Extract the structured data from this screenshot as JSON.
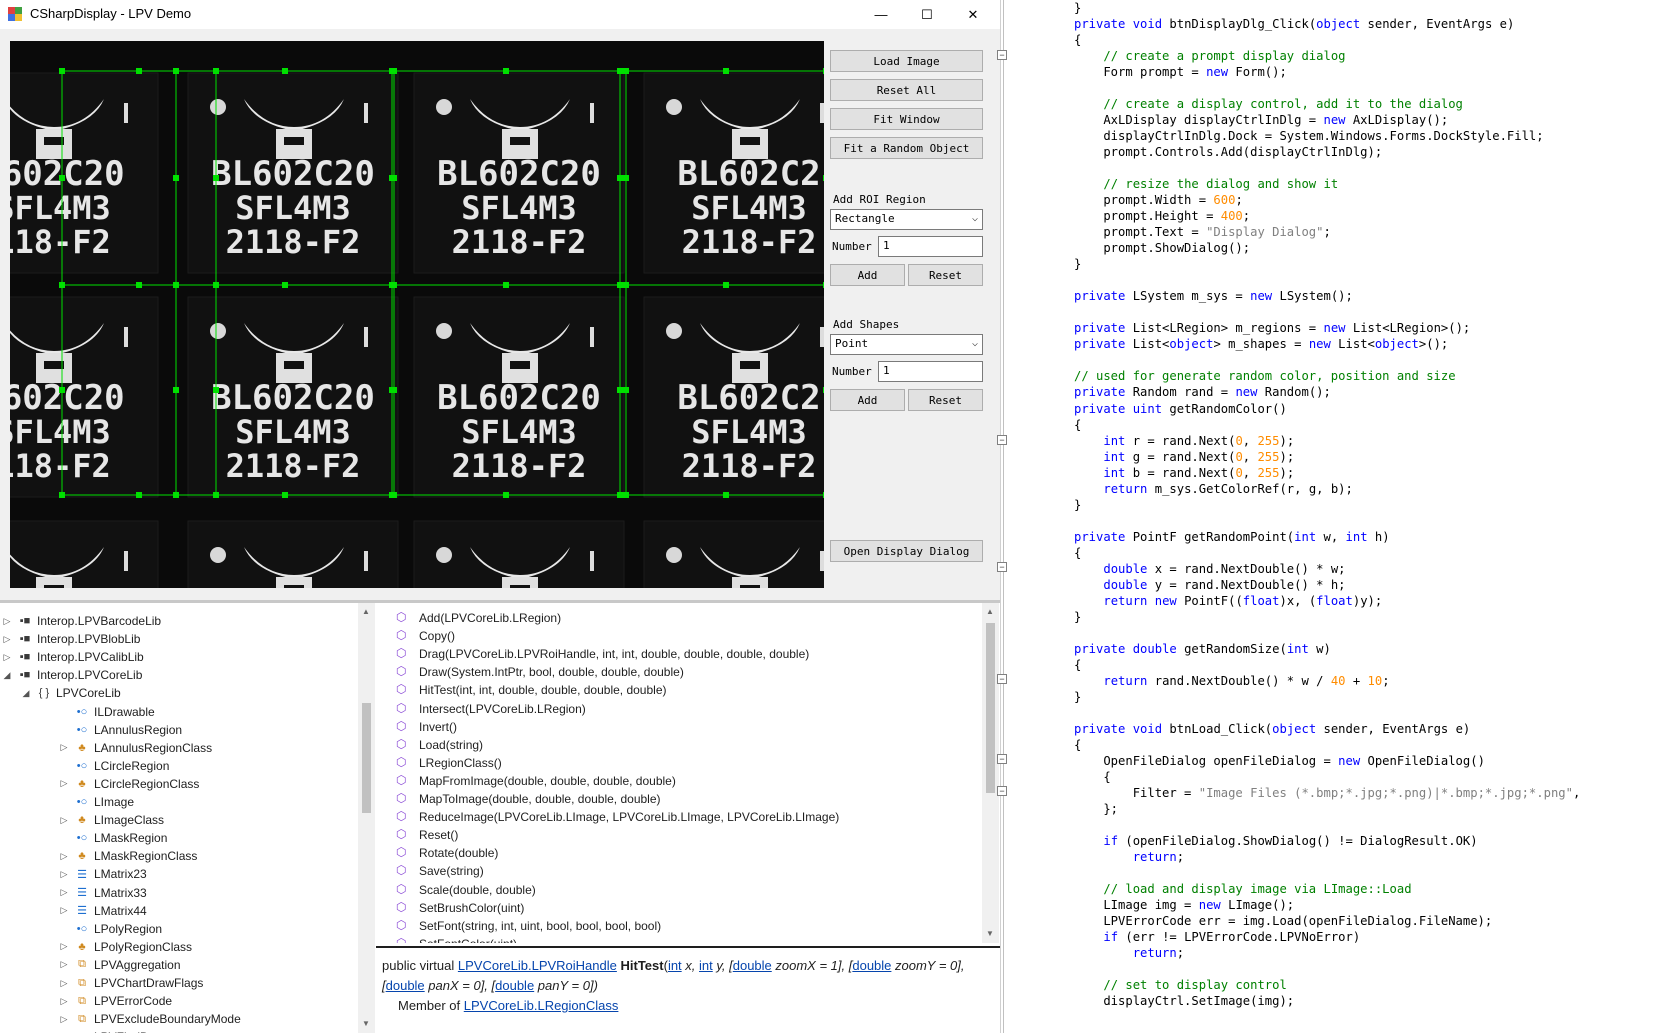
{
  "window": {
    "title": "CSharpDisplay - LPV Demo",
    "min_glyph": "—",
    "max_glyph": "☐",
    "close_glyph": "✕"
  },
  "image": {
    "chip_lines": [
      "BL602C20",
      "SFL4M3",
      "2118-F2"
    ],
    "partial_lines": [
      ".602C20",
      "SFL4M3",
      "118-F2"
    ],
    "right_lines": [
      "BL602C2",
      "SFL4M3",
      "2118-F2"
    ],
    "roi_color": "#00e000"
  },
  "buttons": {
    "load_image": "Load Image",
    "reset_all": "Reset All",
    "fit_window": "Fit Window",
    "fit_random": "Fit a Random Object",
    "add_roi": "Add",
    "reset_roi": "Reset",
    "add_shape": "Add",
    "reset_shape": "Reset",
    "open_dialog": "Open Display Dialog"
  },
  "roi_group": {
    "title": "Add ROI Region",
    "type_value": "Rectangle",
    "number_label": "Number",
    "number_value": "1"
  },
  "shape_group": {
    "title": "Add Shapes",
    "type_value": "Point",
    "number_label": "Number",
    "number_value": "1"
  },
  "tree": [
    {
      "text": "Interop.LPVBarcodeLib",
      "level": 0,
      "exp": "▷",
      "icon": "assembly-icon"
    },
    {
      "text": "Interop.LPVBlobLib",
      "level": 0,
      "exp": "▷",
      "icon": "assembly-icon"
    },
    {
      "text": "Interop.LPVCalibLib",
      "level": 0,
      "exp": "▷",
      "icon": "assembly-icon"
    },
    {
      "text": "Interop.LPVCoreLib",
      "level": 0,
      "exp": "◢",
      "icon": "assembly-icon"
    },
    {
      "text": "LPVCoreLib",
      "level": 1,
      "exp": "◢",
      "icon": "namespace-icon"
    },
    {
      "text": "ILDrawable",
      "level": 2,
      "exp": "",
      "icon": "interface-icon"
    },
    {
      "text": "LAnnulusRegion",
      "level": 2,
      "exp": "",
      "icon": "interface-icon"
    },
    {
      "text": "LAnnulusRegionClass",
      "level": 2,
      "exp": "▷",
      "icon": "class-icon"
    },
    {
      "text": "LCircleRegion",
      "level": 2,
      "exp": "",
      "icon": "interface-icon"
    },
    {
      "text": "LCircleRegionClass",
      "level": 2,
      "exp": "▷",
      "icon": "class-icon"
    },
    {
      "text": "LImage",
      "level": 2,
      "exp": "",
      "icon": "interface-icon"
    },
    {
      "text": "LImageClass",
      "level": 2,
      "exp": "▷",
      "icon": "class-icon"
    },
    {
      "text": "LMaskRegion",
      "level": 2,
      "exp": "",
      "icon": "interface-icon"
    },
    {
      "text": "LMaskRegionClass",
      "level": 2,
      "exp": "▷",
      "icon": "class-icon"
    },
    {
      "text": "LMatrix23",
      "level": 2,
      "exp": "▷",
      "icon": "struct-icon"
    },
    {
      "text": "LMatrix33",
      "level": 2,
      "exp": "▷",
      "icon": "struct-icon"
    },
    {
      "text": "LMatrix44",
      "level": 2,
      "exp": "▷",
      "icon": "struct-icon"
    },
    {
      "text": "LPolyRegion",
      "level": 2,
      "exp": "",
      "icon": "interface-icon"
    },
    {
      "text": "LPolyRegionClass",
      "level": 2,
      "exp": "▷",
      "icon": "class-icon"
    },
    {
      "text": "LPVAggregation",
      "level": 2,
      "exp": "▷",
      "icon": "enum-icon"
    },
    {
      "text": "LPVChartDrawFlags",
      "level": 2,
      "exp": "▷",
      "icon": "enum-icon"
    },
    {
      "text": "LPVErrorCode",
      "level": 2,
      "exp": "▷",
      "icon": "enum-icon"
    },
    {
      "text": "LPVExcludeBoundaryMode",
      "level": 2,
      "exp": "▷",
      "icon": "enum-icon"
    },
    {
      "text": "LPVFindBy",
      "level": 2,
      "exp": "▷",
      "icon": "enum-icon"
    }
  ],
  "members": [
    "Add(LPVCoreLib.LRegion)",
    "Copy()",
    "Drag(LPVCoreLib.LPVRoiHandle, int, int, double, double, double, double)",
    "Draw(System.IntPtr, bool, double, double, double)",
    "HitTest(int, int, double, double, double, double)",
    "Intersect(LPVCoreLib.LRegion)",
    "Invert()",
    "Load(string)",
    "LRegionClass()",
    "MapFromImage(double, double, double, double)",
    "MapToImage(double, double, double, double)",
    "ReduceImage(LPVCoreLib.LImage, LPVCoreLib.LImage, LPVCoreLib.LImage)",
    "Reset()",
    "Rotate(double)",
    "Save(string)",
    "Scale(double, double)",
    "SetBrushColor(uint)",
    "SetFont(string, int, uint, bool, bool, bool, bool)",
    "SetFontColor(uint)"
  ],
  "description": {
    "prefix": "public virtual ",
    "return_type": "LPVCoreLib.LPVRoiHandle",
    "method": "HitTest",
    "p1_type": "int",
    "p1_name": " x, ",
    "p2_type": "int",
    "p2_name": " y, [",
    "p3_type": "double",
    "p3_name": " zoomX = 1], [",
    "p4_type": "double",
    "p4_name": " zoomY = 0], [",
    "p5_type": "double",
    "p5_name": " panX = 0], [",
    "p6_type": "double",
    "p6_name": " panY = 0])",
    "member_of": "Member of ",
    "member_class": "LPVCoreLib.LRegionClass"
  },
  "code_lines": [
    [
      [
        "p",
        "}"
      ]
    ],
    [
      [
        "k",
        "private"
      ],
      [
        "p",
        " "
      ],
      [
        "k",
        "void"
      ],
      [
        "p",
        " btnDisplayDlg_Click("
      ],
      [
        "k",
        "object"
      ],
      [
        "p",
        " sender, EventArgs e)"
      ]
    ],
    [
      [
        "p",
        "{"
      ]
    ],
    [
      [
        "p",
        "    "
      ],
      [
        "c",
        "// create a prompt display dialog"
      ]
    ],
    [
      [
        "p",
        "    Form prompt = "
      ],
      [
        "k",
        "new"
      ],
      [
        "p",
        " Form();"
      ]
    ],
    [
      [
        "p",
        ""
      ]
    ],
    [
      [
        "p",
        "    "
      ],
      [
        "c",
        "// create a display control, add it to the dialog"
      ]
    ],
    [
      [
        "p",
        "    AxLDisplay displayCtrlInDlg = "
      ],
      [
        "k",
        "new"
      ],
      [
        "p",
        " AxLDisplay();"
      ]
    ],
    [
      [
        "p",
        "    displayCtrlInDlg.Dock = System.Windows.Forms.DockStyle.Fill;"
      ]
    ],
    [
      [
        "p",
        "    prompt.Controls.Add(displayCtrlInDlg);"
      ]
    ],
    [
      [
        "p",
        ""
      ]
    ],
    [
      [
        "p",
        "    "
      ],
      [
        "c",
        "// resize the dialog and show it"
      ]
    ],
    [
      [
        "p",
        "    prompt.Width = "
      ],
      [
        "n",
        "600"
      ],
      [
        "p",
        ";"
      ]
    ],
    [
      [
        "p",
        "    prompt.Height = "
      ],
      [
        "n",
        "400"
      ],
      [
        "p",
        ";"
      ]
    ],
    [
      [
        "p",
        "    prompt.Text = "
      ],
      [
        "s",
        "\"Display Dialog\""
      ],
      [
        "p",
        ";"
      ]
    ],
    [
      [
        "p",
        "    prompt.ShowDialog();"
      ]
    ],
    [
      [
        "p",
        "}"
      ]
    ],
    [
      [
        "p",
        ""
      ]
    ],
    [
      [
        "k",
        "private"
      ],
      [
        "p",
        " LSystem m_sys = "
      ],
      [
        "k",
        "new"
      ],
      [
        "p",
        " LSystem();"
      ]
    ],
    [
      [
        "p",
        ""
      ]
    ],
    [
      [
        "k",
        "private"
      ],
      [
        "p",
        " List<LRegion> m_regions = "
      ],
      [
        "k",
        "new"
      ],
      [
        "p",
        " List<LRegion>();"
      ]
    ],
    [
      [
        "k",
        "private"
      ],
      [
        "p",
        " List<"
      ],
      [
        "k",
        "object"
      ],
      [
        "p",
        "> m_shapes = "
      ],
      [
        "k",
        "new"
      ],
      [
        "p",
        " List<"
      ],
      [
        "k",
        "object"
      ],
      [
        "p",
        ">();"
      ]
    ],
    [
      [
        "p",
        ""
      ]
    ],
    [
      [
        "c",
        "// used for generate random color, position and size"
      ]
    ],
    [
      [
        "k",
        "private"
      ],
      [
        "p",
        " Random rand = "
      ],
      [
        "k",
        "new"
      ],
      [
        "p",
        " Random();"
      ]
    ],
    [
      [
        "k",
        "private"
      ],
      [
        "p",
        " "
      ],
      [
        "k",
        "uint"
      ],
      [
        "p",
        " getRandomColor()"
      ]
    ],
    [
      [
        "p",
        "{"
      ]
    ],
    [
      [
        "p",
        "    "
      ],
      [
        "k",
        "int"
      ],
      [
        "p",
        " r = rand.Next("
      ],
      [
        "n",
        "0"
      ],
      [
        "p",
        ", "
      ],
      [
        "n",
        "255"
      ],
      [
        "p",
        ");"
      ]
    ],
    [
      [
        "p",
        "    "
      ],
      [
        "k",
        "int"
      ],
      [
        "p",
        " g = rand.Next("
      ],
      [
        "n",
        "0"
      ],
      [
        "p",
        ", "
      ],
      [
        "n",
        "255"
      ],
      [
        "p",
        ");"
      ]
    ],
    [
      [
        "p",
        "    "
      ],
      [
        "k",
        "int"
      ],
      [
        "p",
        " b = rand.Next("
      ],
      [
        "n",
        "0"
      ],
      [
        "p",
        ", "
      ],
      [
        "n",
        "255"
      ],
      [
        "p",
        ");"
      ]
    ],
    [
      [
        "p",
        "    "
      ],
      [
        "k",
        "return"
      ],
      [
        "p",
        " m_sys.GetColorRef(r, g, b);"
      ]
    ],
    [
      [
        "p",
        "}"
      ]
    ],
    [
      [
        "p",
        ""
      ]
    ],
    [
      [
        "k",
        "private"
      ],
      [
        "p",
        " PointF getRandomPoint("
      ],
      [
        "k",
        "int"
      ],
      [
        "p",
        " w, "
      ],
      [
        "k",
        "int"
      ],
      [
        "p",
        " h)"
      ]
    ],
    [
      [
        "p",
        "{"
      ]
    ],
    [
      [
        "p",
        "    "
      ],
      [
        "k",
        "double"
      ],
      [
        "p",
        " x = rand.NextDouble() * w;"
      ]
    ],
    [
      [
        "p",
        "    "
      ],
      [
        "k",
        "double"
      ],
      [
        "p",
        " y = rand.NextDouble() * h;"
      ]
    ],
    [
      [
        "p",
        "    "
      ],
      [
        "k",
        "return"
      ],
      [
        "p",
        " "
      ],
      [
        "k",
        "new"
      ],
      [
        "p",
        " PointF(("
      ],
      [
        "k",
        "float"
      ],
      [
        "p",
        ")x, ("
      ],
      [
        "k",
        "float"
      ],
      [
        "p",
        ")y);"
      ]
    ],
    [
      [
        "p",
        "}"
      ]
    ],
    [
      [
        "p",
        ""
      ]
    ],
    [
      [
        "k",
        "private"
      ],
      [
        "p",
        " "
      ],
      [
        "k",
        "double"
      ],
      [
        "p",
        " getRandomSize("
      ],
      [
        "k",
        "int"
      ],
      [
        "p",
        " w)"
      ]
    ],
    [
      [
        "p",
        "{"
      ]
    ],
    [
      [
        "p",
        "    "
      ],
      [
        "k",
        "return"
      ],
      [
        "p",
        " rand.NextDouble() * w / "
      ],
      [
        "n",
        "40"
      ],
      [
        "p",
        " + "
      ],
      [
        "n",
        "10"
      ],
      [
        "p",
        ";"
      ]
    ],
    [
      [
        "p",
        "}"
      ]
    ],
    [
      [
        "p",
        ""
      ]
    ],
    [
      [
        "k",
        "private"
      ],
      [
        "p",
        " "
      ],
      [
        "k",
        "void"
      ],
      [
        "p",
        " btnLoad_Click("
      ],
      [
        "k",
        "object"
      ],
      [
        "p",
        " sender, EventArgs e)"
      ]
    ],
    [
      [
        "p",
        "{"
      ]
    ],
    [
      [
        "p",
        "    OpenFileDialog openFileDialog = "
      ],
      [
        "k",
        "new"
      ],
      [
        "p",
        " OpenFileDialog()"
      ]
    ],
    [
      [
        "p",
        "    {"
      ]
    ],
    [
      [
        "p",
        "        Filter = "
      ],
      [
        "s",
        "\"Image Files (*.bmp;*.jpg;*.png)|*.bmp;*.jpg;*.png\""
      ],
      [
        "p",
        ","
      ]
    ],
    [
      [
        "p",
        "    };"
      ]
    ],
    [
      [
        "p",
        ""
      ]
    ],
    [
      [
        "p",
        "    "
      ],
      [
        "k",
        "if"
      ],
      [
        "p",
        " (openFileDialog.ShowDialog() != DialogResult.OK)"
      ]
    ],
    [
      [
        "p",
        "        "
      ],
      [
        "k",
        "return"
      ],
      [
        "p",
        ";"
      ]
    ],
    [
      [
        "p",
        ""
      ]
    ],
    [
      [
        "p",
        "    "
      ],
      [
        "c",
        "// load and display image via LImage::Load"
      ]
    ],
    [
      [
        "p",
        "    LImage img = "
      ],
      [
        "k",
        "new"
      ],
      [
        "p",
        " LImage();"
      ]
    ],
    [
      [
        "p",
        "    LPVErrorCode err = img.Load(openFileDialog.FileName);"
      ]
    ],
    [
      [
        "p",
        "    "
      ],
      [
        "k",
        "if"
      ],
      [
        "p",
        " (err != LPVErrorCode.LPVNoError)"
      ]
    ],
    [
      [
        "p",
        "        "
      ],
      [
        "k",
        "return"
      ],
      [
        "p",
        ";"
      ]
    ],
    [
      [
        "p",
        ""
      ]
    ],
    [
      [
        "p",
        "    "
      ],
      [
        "c",
        "// set to display control"
      ]
    ],
    [
      [
        "p",
        "    displayCtrl.SetImage(img);"
      ]
    ]
  ]
}
